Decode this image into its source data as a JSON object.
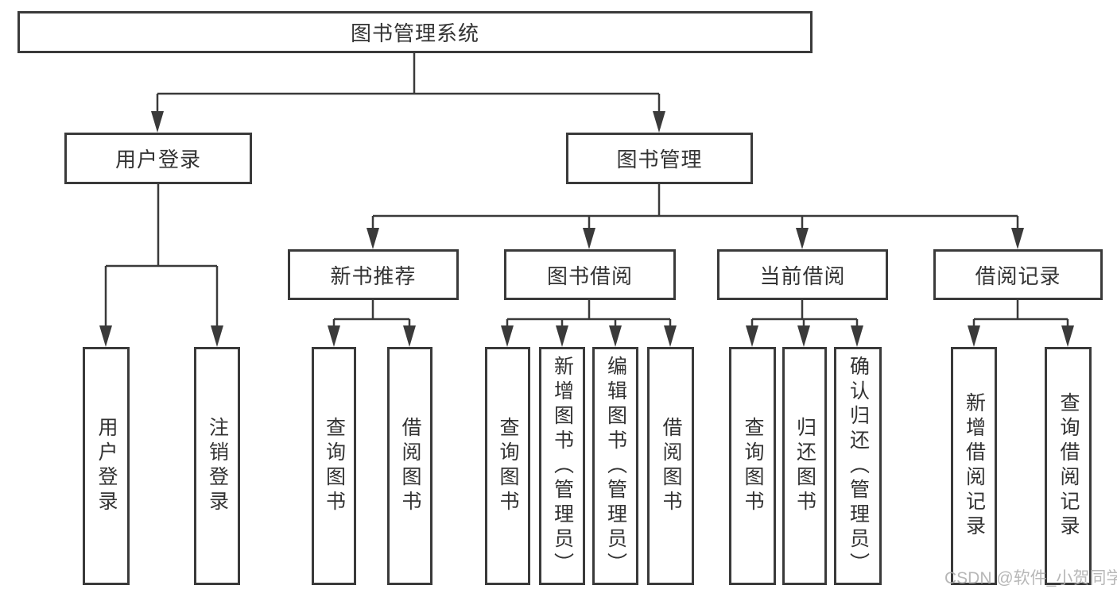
{
  "diagram": {
    "title": "图书管理系统",
    "watermark": "CSDN @软件_小贺同学",
    "colors": {
      "line": "#3a3a3a",
      "text": "#333333",
      "watermark": "#b0b0b0",
      "background": "#ffffff"
    },
    "tree": {
      "label": "图书管理系统",
      "children": [
        {
          "label": "用户登录",
          "children": [
            {
              "label": "用户登录"
            },
            {
              "label": "注销登录"
            }
          ]
        },
        {
          "label": "图书管理",
          "children": [
            {
              "label": "新书推荐",
              "children": [
                {
                  "label": "查询图书"
                },
                {
                  "label": "借阅图书"
                }
              ]
            },
            {
              "label": "图书借阅",
              "children": [
                {
                  "label": "查询图书"
                },
                {
                  "label": "新增图书（管理员）"
                },
                {
                  "label": "编辑图书（管理员）"
                },
                {
                  "label": "借阅图书"
                }
              ]
            },
            {
              "label": "当前借阅",
              "children": [
                {
                  "label": "查询图书"
                },
                {
                  "label": "归还图书"
                },
                {
                  "label": "确认归还（管理员）"
                }
              ]
            },
            {
              "label": "借阅记录",
              "children": [
                {
                  "label": "新增借阅记录"
                },
                {
                  "label": "查询借阅记录"
                }
              ]
            }
          ]
        }
      ]
    }
  }
}
